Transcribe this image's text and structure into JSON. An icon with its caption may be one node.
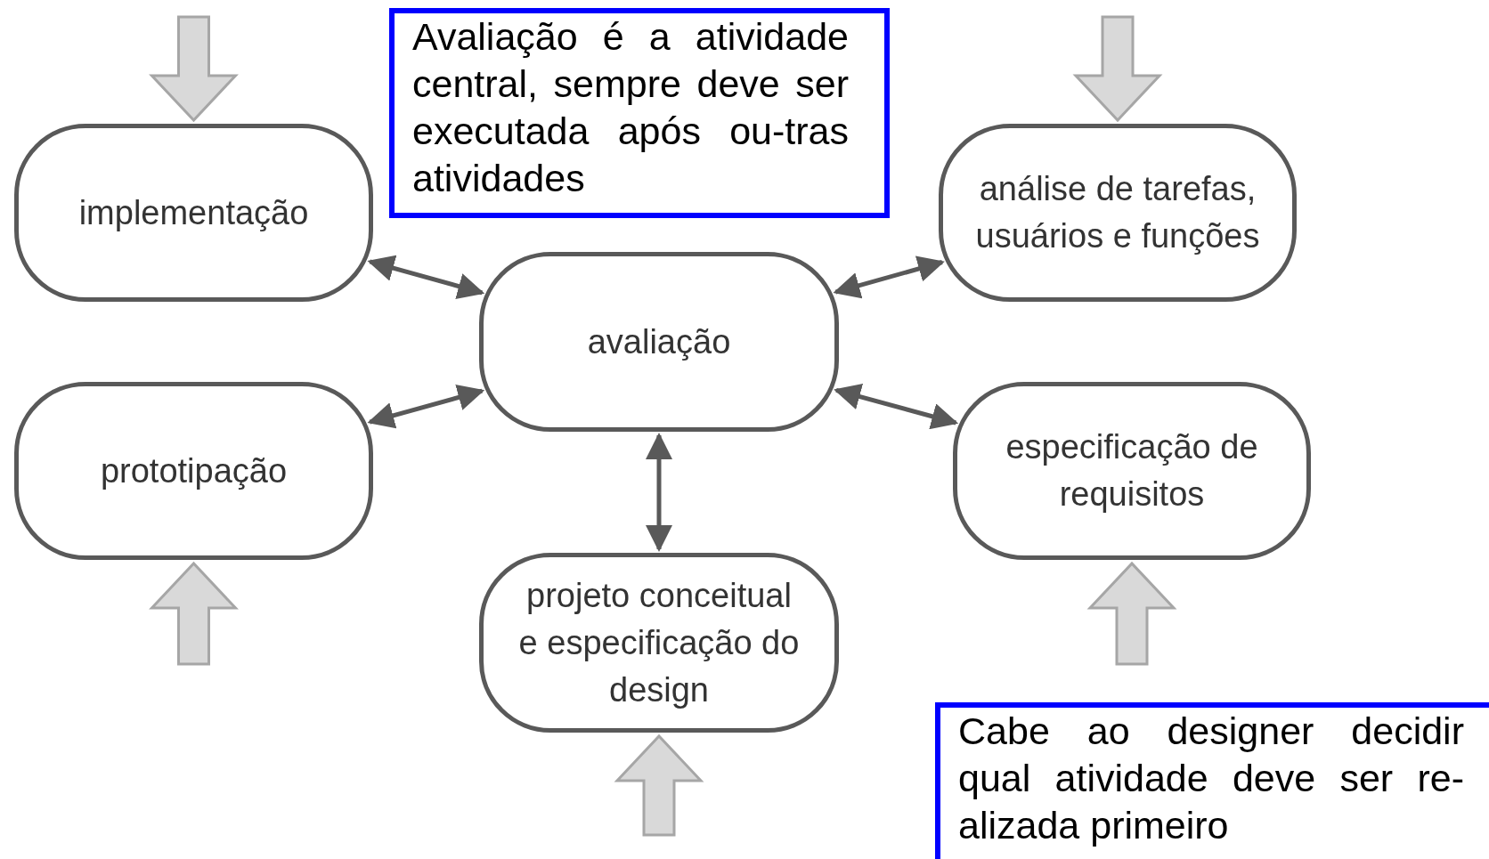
{
  "diagram": {
    "nodes": [
      {
        "text": [
          "Avaliação é a atividade central, sempre deve ser executada após ou-tras atividades"
        ]
      },
      {
        "text": [
          "implementação"
        ]
      },
      {
        "text": [
          "análise de tarefas, usuários e funções"
        ]
      },
      {
        "text": [
          "avaliação"
        ]
      },
      {
        "text": [
          "prototipação"
        ]
      },
      {
        "text": [
          "especificação de requisitos"
        ]
      },
      {
        "text": [
          "projeto conceitual e especificação do design"
        ]
      },
      {
        "text": [
          "Cabe ao designer decidir qual atividade deve ser re-alizada primeiro"
        ]
      }
    ],
    "edges": [
      {
        "from": 1,
        "to": 3,
        "arrow": "both"
      },
      {
        "from": 3,
        "to": 2,
        "arrow": "both"
      },
      {
        "from": 4,
        "to": 3,
        "arrow": "both"
      },
      {
        "from": 3,
        "to": 5,
        "arrow": "both"
      },
      {
        "from": 3,
        "to": 6,
        "arrow": "both"
      },
      {
        "from": null,
        "to": 1,
        "arrow": "to",
        "style": "thick",
        "color": "#d9d9d9"
      },
      {
        "from": null,
        "to": 2,
        "arrow": "to",
        "style": "thick",
        "color": "#d9d9d9"
      },
      {
        "from": null,
        "to": 4,
        "arrow": "to",
        "style": "thick",
        "color": "#d9d9d9"
      },
      {
        "from": null,
        "to": 5,
        "arrow": "to",
        "style": "thick",
        "color": "#d9d9d9"
      },
      {
        "from": null,
        "to": 6,
        "arrow": "to",
        "style": "thick",
        "color": "#d9d9d9"
      }
    ]
  }
}
